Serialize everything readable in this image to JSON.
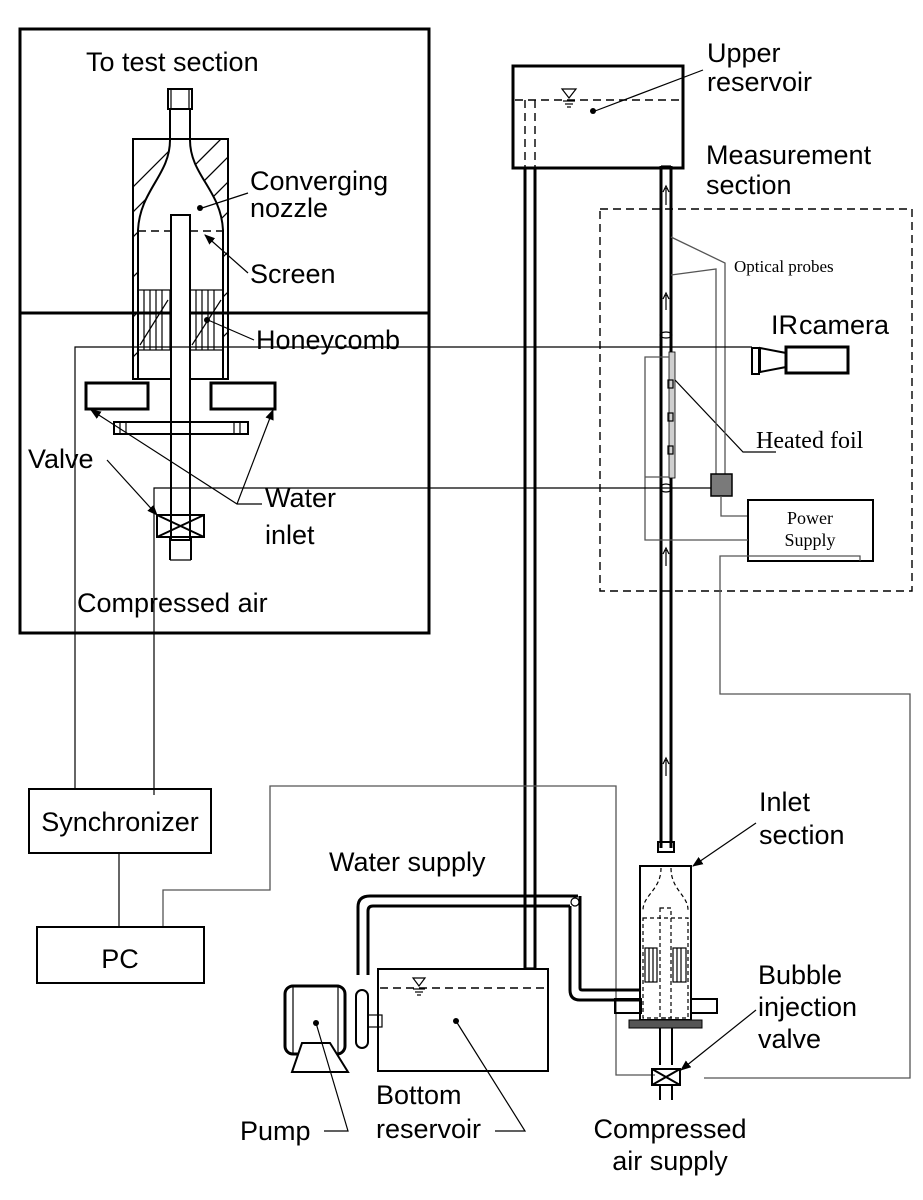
{
  "inset": {
    "title_top": "To test section",
    "converging_nozzle_line1": "Converging",
    "converging_nozzle_line2": "nozzle",
    "screen": "Screen",
    "honeycomb": "Honeycomb",
    "valve": "Valve",
    "water_inlet_line1": "Water",
    "water_inlet_line2": "inlet",
    "title_bottom": "Compressed air"
  },
  "main": {
    "upper_reservoir_line1": "Upper",
    "upper_reservoir_line2": "reservoir",
    "measurement_section_line1": "Measurement",
    "measurement_section_line2": "section",
    "optical_probes": "Optical probes",
    "ir_prefix": "IR",
    "ir_camera": "camera",
    "heated_foil": "Heated foil",
    "power_supply_line1": "Power",
    "power_supply_line2": "Supply",
    "synchronizer": "Synchronizer",
    "pc": "PC",
    "water_supply": "Water supply",
    "inlet_section_line1": "Inlet",
    "inlet_section_line2": "section",
    "bubble_valve_line1": "Bubble",
    "bubble_valve_line2": "injection",
    "bubble_valve_line3": "valve",
    "pump": "Pump",
    "bottom_reservoir_line1": "Bottom",
    "bottom_reservoir_line2": "reservoir",
    "compressed_air_line1": "Compressed",
    "compressed_air_line2": "air supply"
  },
  "colors": {
    "line": "#000000",
    "wire": "#555555",
    "probe_box_fill": "#7a7a7a",
    "foil_fill": "#cfcfcf"
  }
}
